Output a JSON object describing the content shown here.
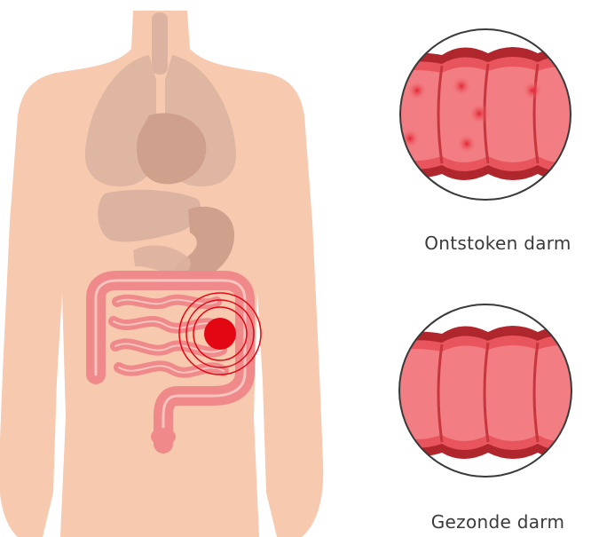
{
  "labels": {
    "inflamed": "Ontstoken darm",
    "healthy": "Gezonde darm"
  },
  "colors": {
    "skin": "#f7cab0",
    "organs": "#dbb3a0",
    "intestine": "#f08a8a",
    "intestine_light": "#f5a3a3",
    "pain_marker": "#e30613",
    "colon_dark": "#b0262d",
    "colon_wall": "#e8555c",
    "colon_inner": "#f27d82",
    "inflammation_spot": "#e8283a"
  },
  "icons": [
    "body-silhouette",
    "pain-marker",
    "inflamed-colon-magnifier",
    "healthy-colon-magnifier"
  ]
}
